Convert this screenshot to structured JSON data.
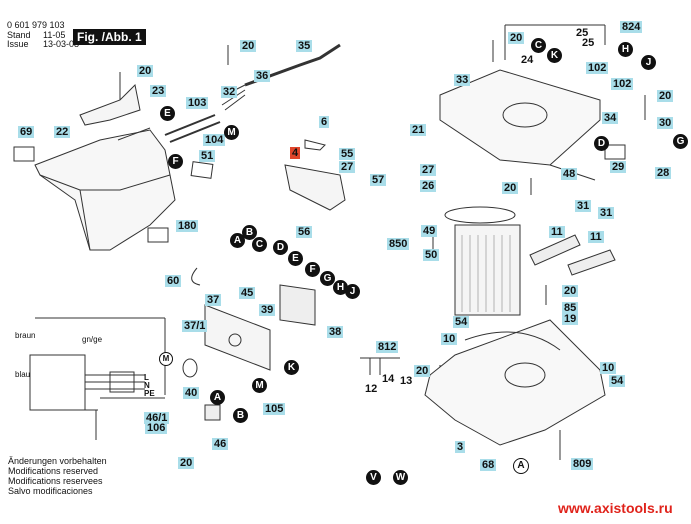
{
  "header": {
    "part_number": "0 601 979 103",
    "stand_label": "Stand",
    "stand_value": "11-05",
    "issue_label": "Issue",
    "issue_value": "13-03-08",
    "figure_title": "Fig. /Abb. 1"
  },
  "callouts": [
    {
      "id": "c20a",
      "text": "20"
    },
    {
      "id": "c23",
      "text": "23"
    },
    {
      "id": "c69",
      "text": "69"
    },
    {
      "id": "c22",
      "text": "22"
    },
    {
      "id": "c20b",
      "text": "20"
    },
    {
      "id": "c36",
      "text": "36"
    },
    {
      "id": "c35",
      "text": "35"
    },
    {
      "id": "c32",
      "text": "32"
    },
    {
      "id": "c103",
      "text": "103"
    },
    {
      "id": "c104",
      "text": "104"
    },
    {
      "id": "c51",
      "text": "51"
    },
    {
      "id": "c180",
      "text": "180"
    },
    {
      "id": "c6",
      "text": "6"
    },
    {
      "id": "c4",
      "text": "4"
    },
    {
      "id": "c55",
      "text": "55"
    },
    {
      "id": "c27a",
      "text": "27"
    },
    {
      "id": "c57",
      "text": "57"
    },
    {
      "id": "c56",
      "text": "56"
    },
    {
      "id": "c60",
      "text": "60"
    },
    {
      "id": "c45",
      "text": "45"
    },
    {
      "id": "c37",
      "text": "37"
    },
    {
      "id": "c39",
      "text": "39"
    },
    {
      "id": "c371",
      "text": "37/1"
    },
    {
      "id": "c38",
      "text": "38"
    },
    {
      "id": "c40",
      "text": "40"
    },
    {
      "id": "c105",
      "text": "105"
    },
    {
      "id": "c461",
      "text": "46/1"
    },
    {
      "id": "c106",
      "text": "106"
    },
    {
      "id": "c46",
      "text": "46"
    },
    {
      "id": "c20c",
      "text": "20"
    },
    {
      "id": "c20d",
      "text": "20"
    },
    {
      "id": "c824",
      "text": "824"
    },
    {
      "id": "c33",
      "text": "33"
    },
    {
      "id": "c102a",
      "text": "102"
    },
    {
      "id": "c102b",
      "text": "102"
    },
    {
      "id": "c20e",
      "text": "20"
    },
    {
      "id": "c21",
      "text": "21"
    },
    {
      "id": "c34",
      "text": "34"
    },
    {
      "id": "c30",
      "text": "30"
    },
    {
      "id": "c27b",
      "text": "27"
    },
    {
      "id": "c29",
      "text": "29"
    },
    {
      "id": "c28",
      "text": "28"
    },
    {
      "id": "c26",
      "text": "26"
    },
    {
      "id": "c20f",
      "text": "20"
    },
    {
      "id": "c48",
      "text": "48"
    },
    {
      "id": "c31a",
      "text": "31"
    },
    {
      "id": "c31b",
      "text": "31"
    },
    {
      "id": "c49",
      "text": "49"
    },
    {
      "id": "c850",
      "text": "850"
    },
    {
      "id": "c50",
      "text": "50"
    },
    {
      "id": "c11a",
      "text": "11"
    },
    {
      "id": "c11b",
      "text": "11"
    },
    {
      "id": "c20g",
      "text": "20"
    },
    {
      "id": "c85",
      "text": "85"
    },
    {
      "id": "c19",
      "text": "19"
    },
    {
      "id": "c54a",
      "text": "54"
    },
    {
      "id": "c10a",
      "text": "10"
    },
    {
      "id": "c812",
      "text": "812"
    },
    {
      "id": "c20h",
      "text": "20"
    },
    {
      "id": "c10b",
      "text": "10"
    },
    {
      "id": "c54b",
      "text": "54"
    },
    {
      "id": "c3",
      "text": "3"
    },
    {
      "id": "c68",
      "text": "68"
    },
    {
      "id": "c809",
      "text": "809"
    }
  ],
  "plain_labels": [
    {
      "id": "p24",
      "text": "24"
    },
    {
      "id": "p25a",
      "text": "25"
    },
    {
      "id": "p25b",
      "text": "25"
    },
    {
      "id": "p12",
      "text": "12"
    },
    {
      "id": "p14",
      "text": "14"
    },
    {
      "id": "p13",
      "text": "13"
    }
  ],
  "connectors": [
    {
      "id": "A1",
      "text": "A"
    },
    {
      "id": "B1",
      "text": "B"
    },
    {
      "id": "C1",
      "text": "C"
    },
    {
      "id": "D1",
      "text": "D"
    },
    {
      "id": "E1",
      "text": "E"
    },
    {
      "id": "F1",
      "text": "F"
    },
    {
      "id": "G1",
      "text": "G"
    },
    {
      "id": "H1",
      "text": "H"
    },
    {
      "id": "J1",
      "text": "J"
    },
    {
      "id": "K1",
      "text": "K"
    },
    {
      "id": "E2",
      "text": "E"
    },
    {
      "id": "F2",
      "text": "F"
    },
    {
      "id": "M1",
      "text": "M"
    },
    {
      "id": "M2",
      "text": "M"
    },
    {
      "id": "A2",
      "text": "A"
    },
    {
      "id": "B2",
      "text": "B"
    },
    {
      "id": "C2",
      "text": "C"
    },
    {
      "id": "K2",
      "text": "K"
    },
    {
      "id": "H2",
      "text": "H"
    },
    {
      "id": "J2",
      "text": "J"
    },
    {
      "id": "D2",
      "text": "D"
    },
    {
      "id": "G2",
      "text": "G"
    },
    {
      "id": "V1",
      "text": "V"
    },
    {
      "id": "W1",
      "text": "W"
    },
    {
      "id": "A3",
      "text": "A"
    }
  ],
  "wiring": {
    "braun": "braun",
    "gnge": "gn/ge",
    "blau": "blau",
    "L": "L",
    "N": "N",
    "PE": "PE",
    "motor": "M"
  },
  "notes": [
    "Änderungen vorbehalten",
    "Modifications reserved",
    "Modifications reservees",
    "Salvo modificaciones"
  ],
  "website": "www.axistools.ru",
  "colors": {
    "callout_bg": "#a9dde9",
    "highlight": "#e0452b",
    "url": "#e0231b"
  }
}
